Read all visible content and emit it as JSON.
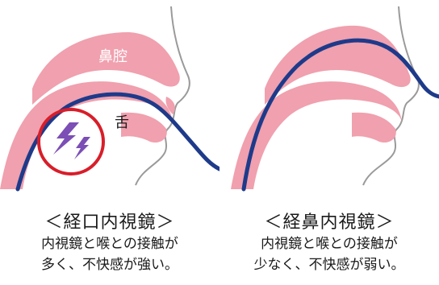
{
  "left": {
    "label_nasal": "鼻腔",
    "label_tongue": "舌",
    "title": "＜経口内視鏡＞",
    "caption_line1": "内視鏡と喉との接触が",
    "caption_line2": "多く、不快感が強い。",
    "pain_icon": "lightning-pain-icon"
  },
  "right": {
    "title": "＜経鼻内視鏡＞",
    "caption_line1": "内視鏡と喉との接触が",
    "caption_line2": "少なく、不快感が弱い。"
  },
  "colors": {
    "tissue": "#f0a0ae",
    "endoscope": "#1e3a8a",
    "contact_circle": "#d81e2a",
    "pain": "#7b4fb5",
    "outline": "#9a9a9a"
  }
}
